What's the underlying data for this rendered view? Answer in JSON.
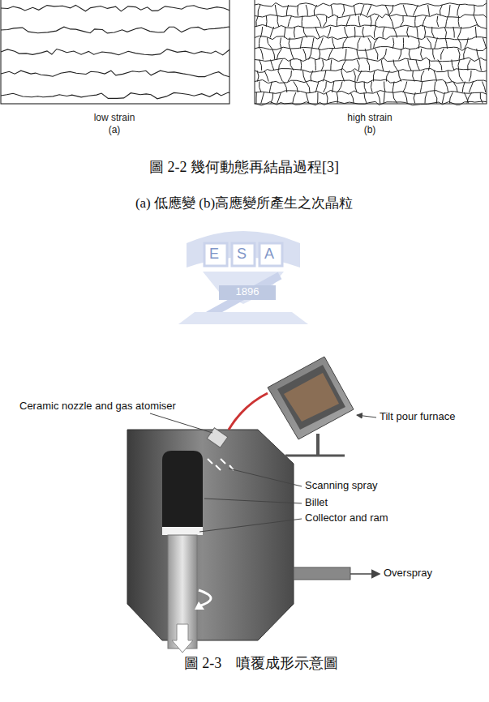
{
  "diagram": {
    "labels": [
      "low strain",
      "(a)",
      "high strain",
      "(b)",
      "圖 2-2 幾何動態再結晶過程[3]",
      "(a) 低應變 (b)高應變所產生之次晶粒",
      "E",
      "S",
      "A",
      "1896",
      "Ceramic nozzle and gas atomiser",
      "Tilt pour furnace",
      "Scanning spray",
      "Billet",
      "Collector and ram",
      "Overspray",
      "圖 2-3　噴覆成形示意圖"
    ]
  }
}
